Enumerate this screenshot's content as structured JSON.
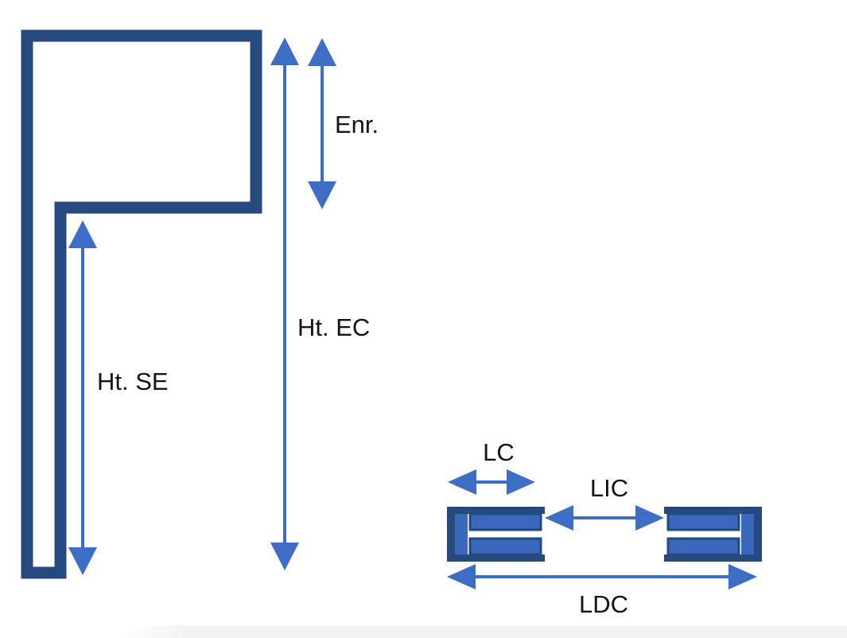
{
  "diagram": {
    "type": "technical-dimension-diagram",
    "labels": {
      "enr": "Enr.",
      "ht_ec": "Ht. EC",
      "ht_se": "Ht. SE",
      "lc": "LC",
      "lic": "LIC",
      "ldc": "LDC"
    },
    "colors": {
      "navy": "#264a7e",
      "blue": "#3d6dc5",
      "barBlue": "#3a68bd",
      "text": "#141414",
      "bg": "#ffffff",
      "strip": "#f2f2f3"
    }
  }
}
